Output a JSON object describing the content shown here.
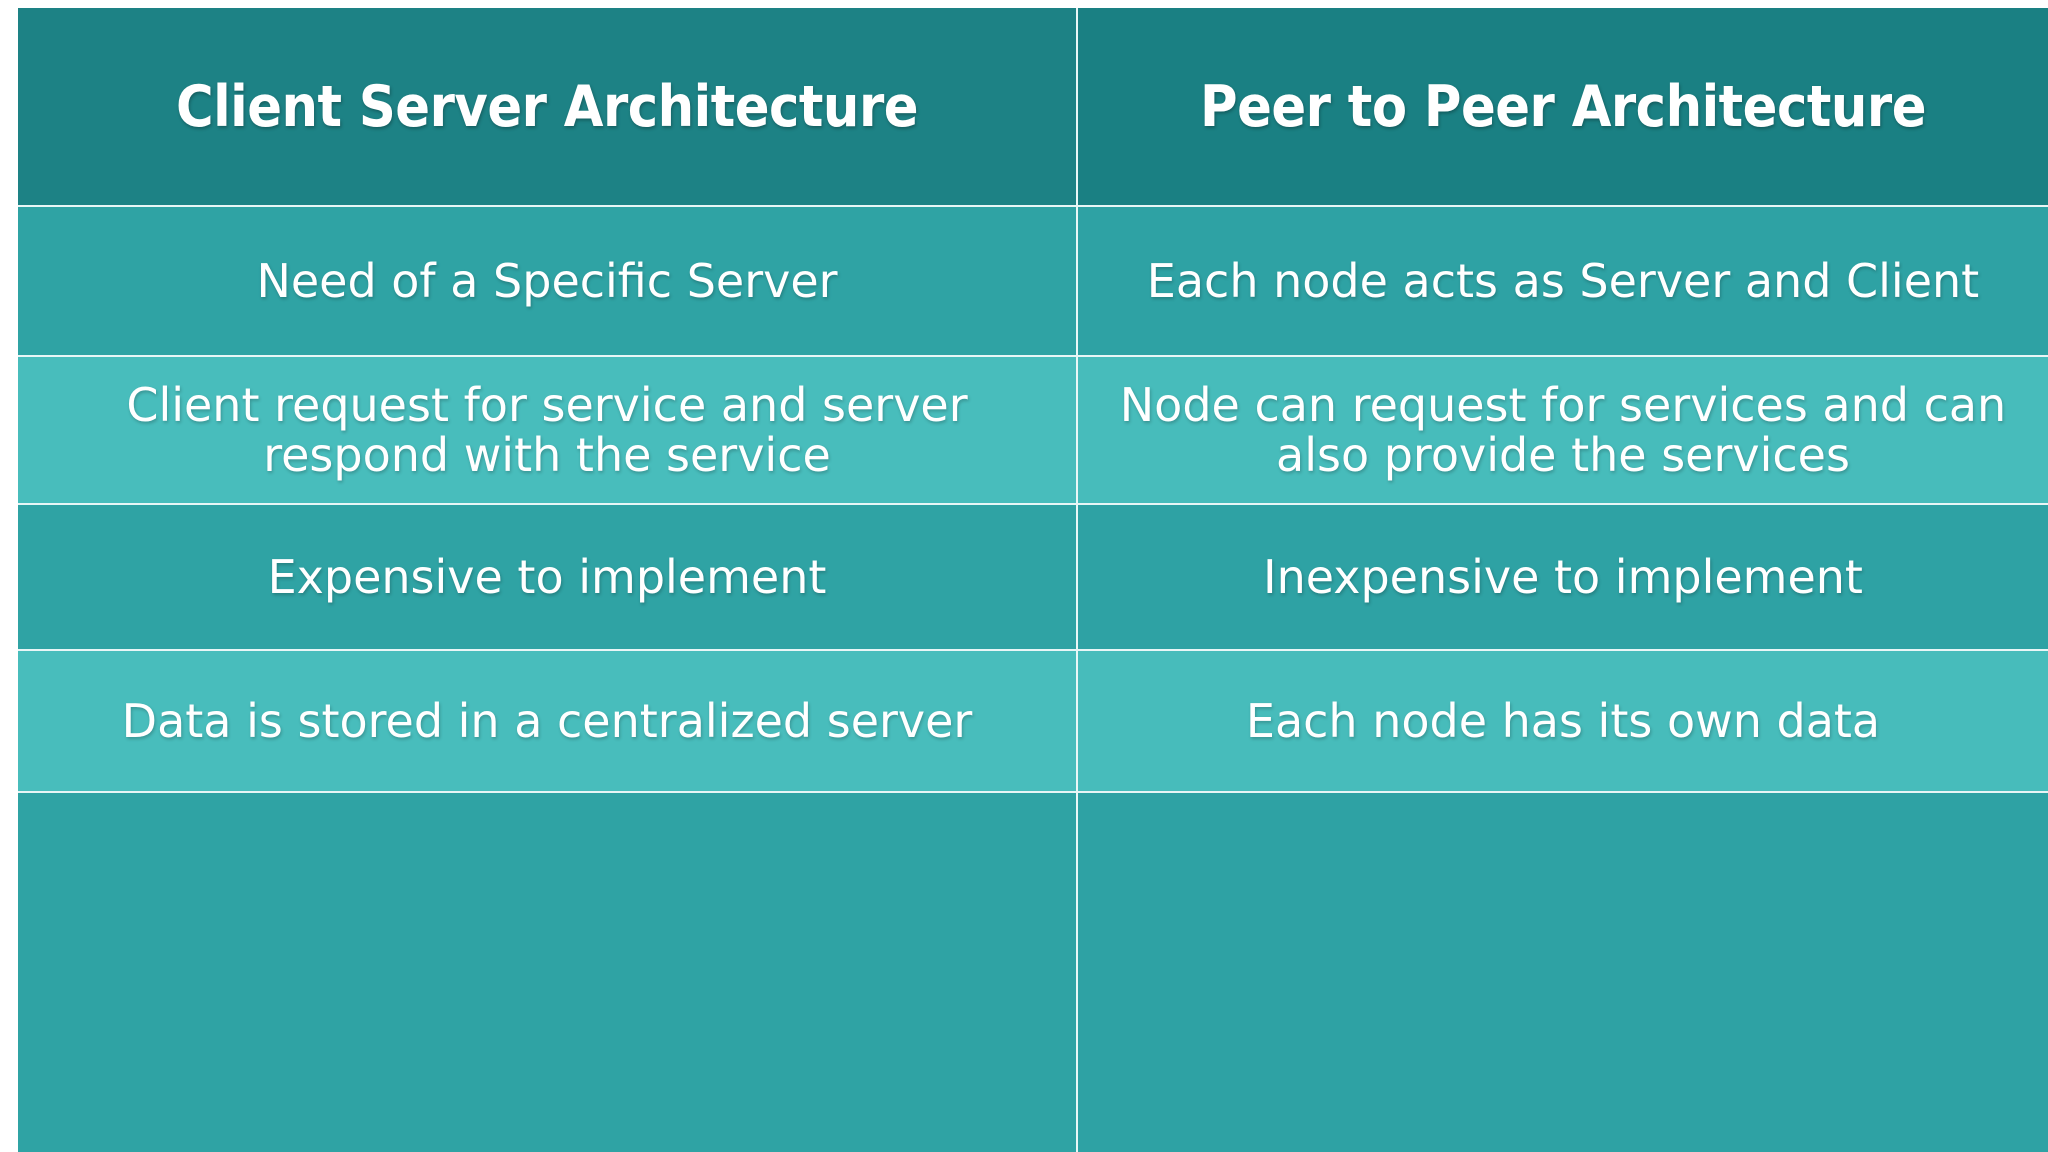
{
  "table": {
    "columns": [
      {
        "header": "Client Server Architecture"
      },
      {
        "header": "Peer to Peer Architecture"
      }
    ],
    "rows": [
      {
        "left": "Need of a Specific Server",
        "right": "Each node acts as Server and Client"
      },
      {
        "left": "Client request for service and server respond with the service",
        "right": "Node can request for services and can also provide the services"
      },
      {
        "left": "Expensive to implement",
        "right": "Inexpensive to implement"
      },
      {
        "left": "Data is stored in a centralized server",
        "right": "Each node has its own data"
      },
      {
        "left": "",
        "right": ""
      }
    ]
  },
  "colors": {
    "header_background": "#1a8083",
    "row_shade_dark": "#2fa3a4",
    "row_shade_light": "#48bdbc",
    "text": "#ffffff",
    "divider": "#e8f6f6",
    "page_background": "#ffffff"
  }
}
